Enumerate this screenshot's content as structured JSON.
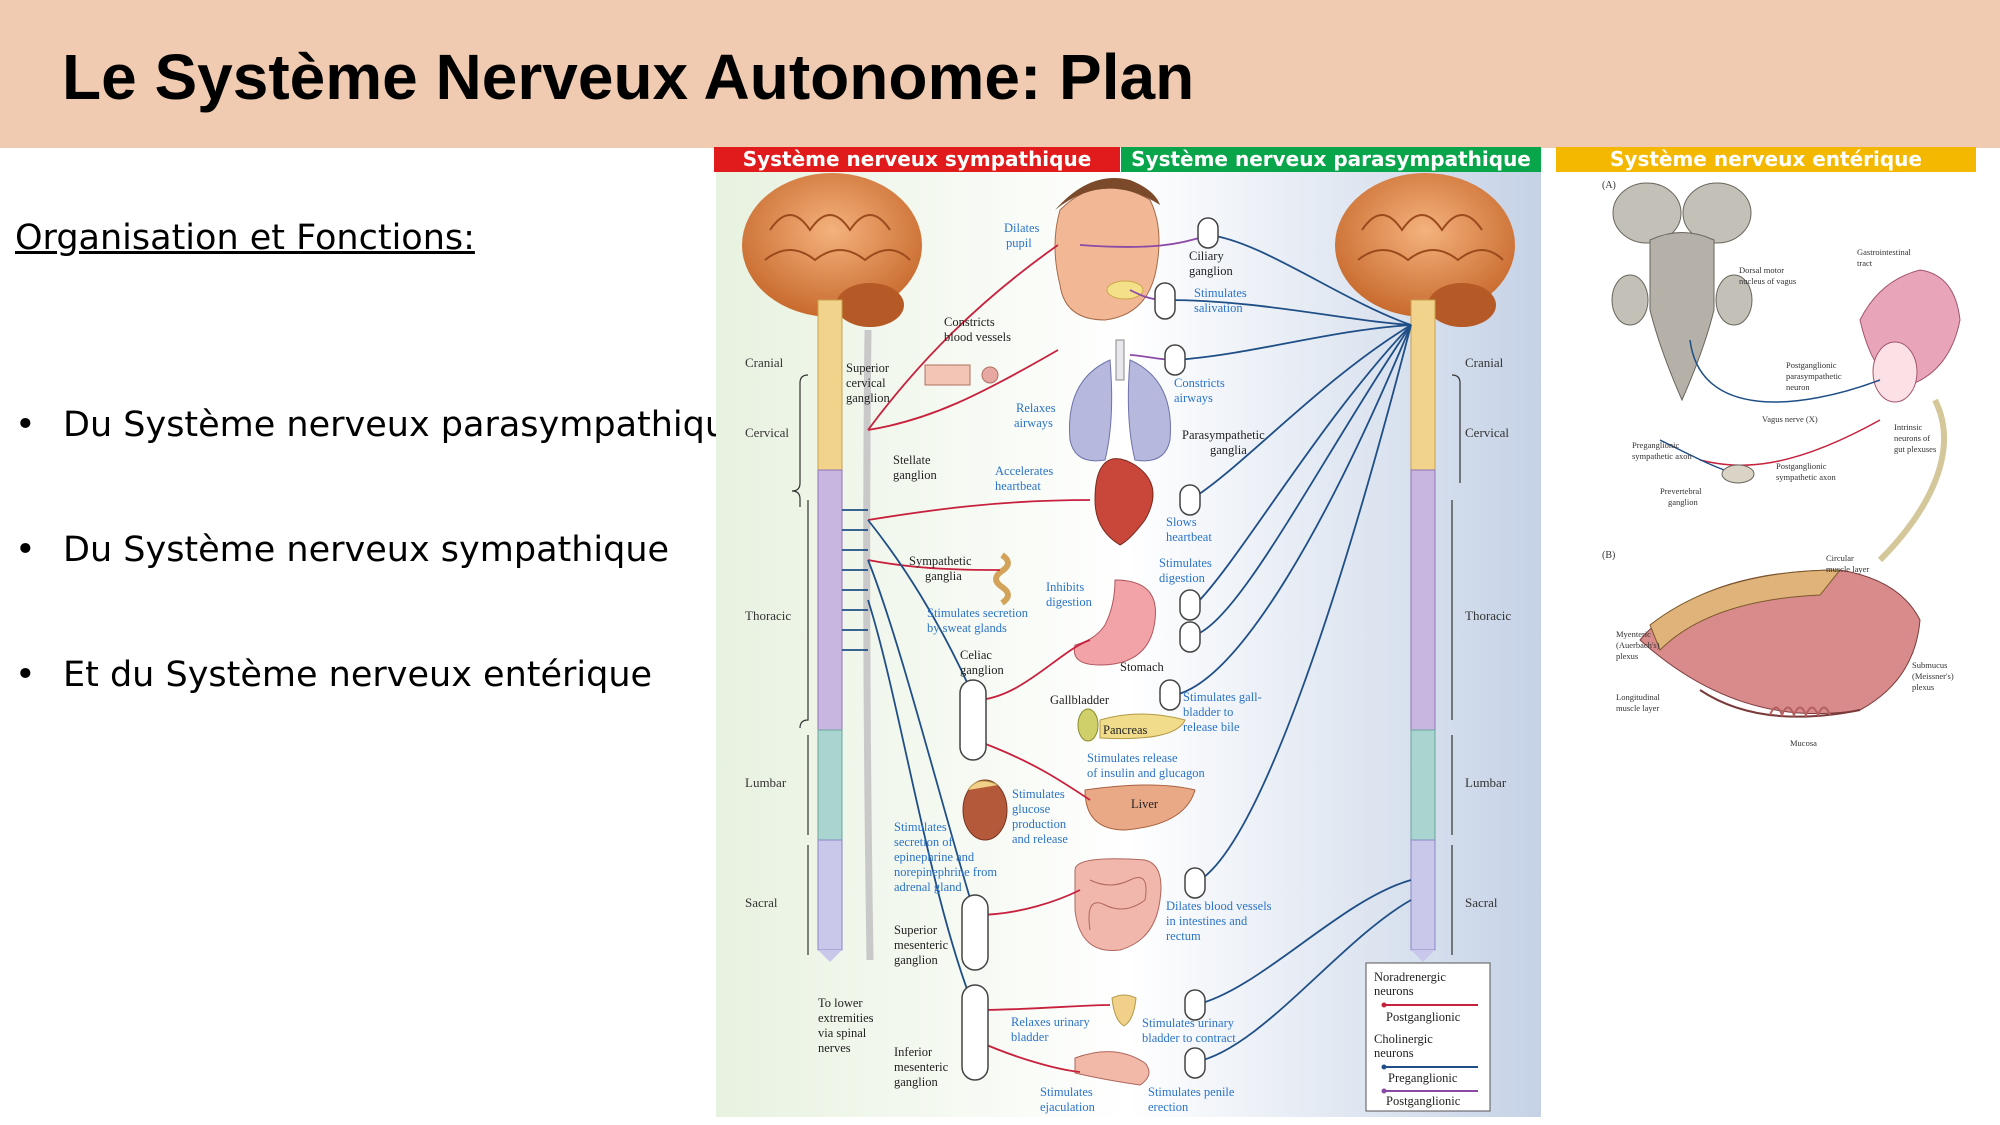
{
  "slide": {
    "title": "Le Système Nerveux Autonome: Plan",
    "subtitle": "Organisation et Fonctions:",
    "bullet_glyph": "•",
    "bullets": [
      "Du Système nerveux parasympathique",
      "Du Système nerveux sympathique",
      "Et du Système nerveux entérique"
    ],
    "colors": {
      "title_bar": "#f1cbb1",
      "sympathetic": "#e11b1b",
      "parasympathetic": "#08a54a",
      "enteric": "#f5b800",
      "pre_line": "#1f4f86",
      "post_line": "#c8213d"
    }
  },
  "figure_headers": {
    "sympathetic": "Système nerveux sympathique",
    "parasympathetic": "Système nerveux parasympathique",
    "enteric": "Système nerveux entérique"
  },
  "ans_figure": {
    "regions": [
      "Cranial",
      "Cervical",
      "Thoracic",
      "Lumbar",
      "Sacral"
    ],
    "sym_labels": {
      "superior_cervical": [
        "Superior",
        "cervical",
        "ganglion"
      ],
      "stellate": [
        "Stellate",
        "ganglion"
      ],
      "sympathetic_ganglia": [
        "Sympathetic",
        "ganglia"
      ],
      "celiac": [
        "Celiac",
        "ganglion"
      ],
      "sup_mesenteric": [
        "Superior",
        "mesenteric",
        "ganglion"
      ],
      "inf_mesenteric": [
        "Inferior",
        "mesenteric",
        "ganglion"
      ],
      "lower_extremities": [
        "To lower",
        "extremities",
        "via spinal",
        "nerves"
      ],
      "constricts_vessels": [
        "Constricts",
        "blood vessels"
      ]
    },
    "sym_effects": {
      "dilates_pupil": [
        "Dilates",
        "pupil"
      ],
      "relaxes_airways": [
        "Relaxes",
        "airways"
      ],
      "accelerates_heartbeat": [
        "Accelerates",
        "heartbeat"
      ],
      "inhibits_digestion": [
        "Inhibits",
        "digestion"
      ],
      "sweat": [
        "Stimulates secretion",
        "by sweat glands"
      ],
      "glucose": [
        "Stimulates",
        "glucose",
        "production",
        "and release"
      ],
      "adrenal": [
        "Stimulates",
        "secretion of",
        "epinephrine and",
        "norepinephrine from",
        "adrenal gland"
      ],
      "bladder": [
        "Relaxes urinary",
        "bladder"
      ],
      "ejaculation": [
        "Stimulates",
        "ejaculation"
      ]
    },
    "para_labels": {
      "ciliary": [
        "Ciliary",
        "ganglion"
      ],
      "para_ganglia": [
        "Parasympathetic",
        "ganglia"
      ]
    },
    "para_effects": {
      "salivation": [
        "Stimulates",
        "salivation"
      ],
      "constricts_airways": [
        "Constricts",
        "airways"
      ],
      "slows_heartbeat": [
        "Slows",
        "heartbeat"
      ],
      "stim_digestion": [
        "Stimulates",
        "digestion"
      ],
      "gallbladder_bile": [
        "Stimulates gall-",
        "bladder to",
        "release bile"
      ],
      "insulin": [
        "Stimulates release",
        "of insulin and glucagon"
      ],
      "dilates_vessels": [
        "Dilates blood vessels",
        "in intestines and",
        "rectum"
      ],
      "bladder_contract": [
        "Stimulates urinary",
        "bladder to contract"
      ],
      "penile": [
        "Stimulates penile",
        "erection"
      ]
    },
    "organs": {
      "stomach": "Stomach",
      "gallbladder": "Gallbladder",
      "pancreas": "Pancreas",
      "liver": "Liver"
    },
    "legend": {
      "noradrenergic": [
        "Noradrenergic",
        "neurons"
      ],
      "cholinergic": [
        "Cholinergic",
        "neurons"
      ],
      "postganglionic": "Postganglionic",
      "preganglionic": "Preganglionic"
    }
  },
  "enteric_figure": {
    "panel_a": "(A)",
    "panel_b": "(B)",
    "labels": {
      "dorsal_motor": [
        "Dorsal motor",
        "nucleus of vagus"
      ],
      "gi_tract": [
        "Gastrointestinal",
        "tract"
      ],
      "post_para": [
        "Postganglionic",
        "parasympathetic",
        "neuron"
      ],
      "vagus": "Vagus nerve (X)",
      "intrinsic": [
        "Intrinsic",
        "neurons of",
        "gut plexuses"
      ],
      "pre_symp": [
        "Preganglionic",
        "sympathetic axon"
      ],
      "post_symp": [
        "Postganglionic",
        "sympathetic axon"
      ],
      "prevertebral": [
        "Prevertebral",
        "ganglion"
      ],
      "circular": [
        "Circular",
        "muscle layer"
      ],
      "myenteric": [
        "Myenteric",
        "(Auerbach's)",
        "plexus"
      ],
      "submucus": [
        "Submucus",
        "(Meissner's)",
        "plexus"
      ],
      "longitudinal": [
        "Longitudinal",
        "muscle layer"
      ],
      "mucosa": "Mucosa"
    }
  }
}
